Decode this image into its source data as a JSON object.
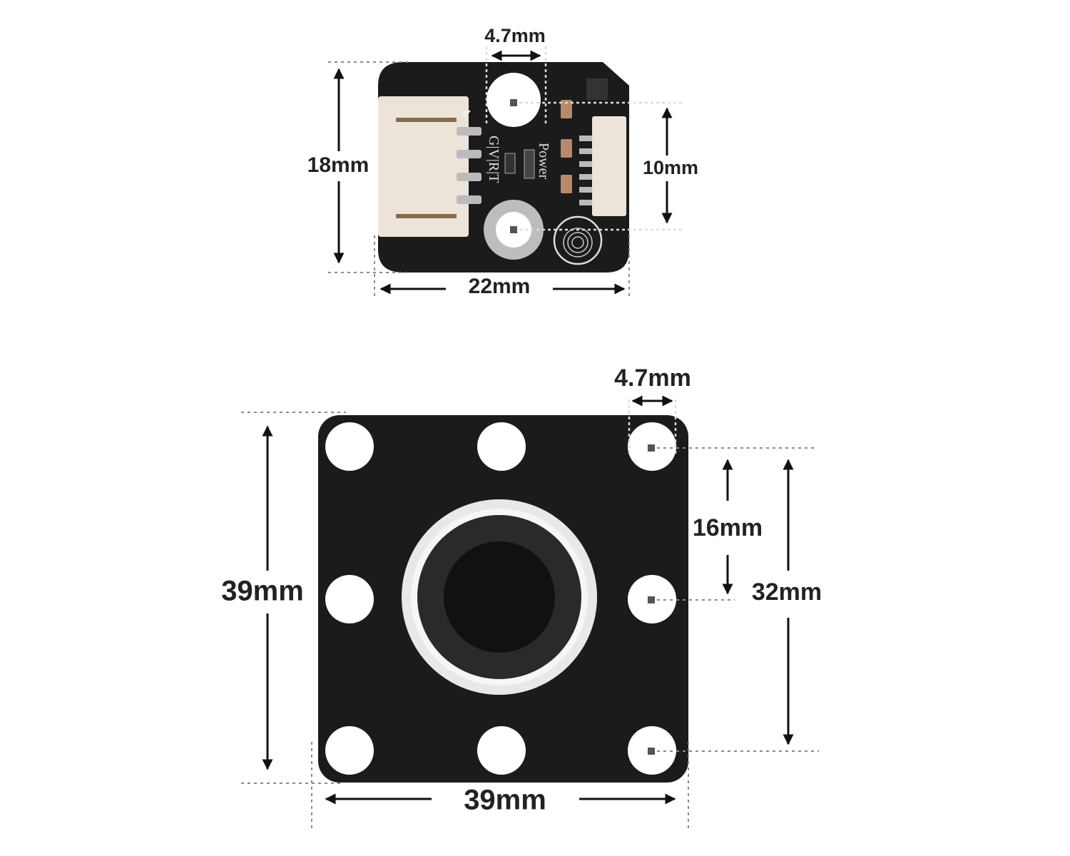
{
  "colors": {
    "board": "#1b1b1b",
    "connector": "#ece4d9",
    "hole": "#ffffff",
    "ring": "#e6e6e6",
    "dimension": "#111111"
  },
  "small_module": {
    "silkscreen": {
      "pins": "G|V|R|T",
      "led": "Power"
    },
    "dimensions": {
      "hole_diameter": "4.7mm",
      "height": "18mm",
      "hole_spacing": "10mm",
      "width": "22mm"
    }
  },
  "large_module": {
    "dimensions": {
      "hole_diameter": "4.7mm",
      "height": "39mm",
      "hole_spacing_half": "16mm",
      "hole_spacing_full": "32mm",
      "width": "39mm"
    }
  }
}
